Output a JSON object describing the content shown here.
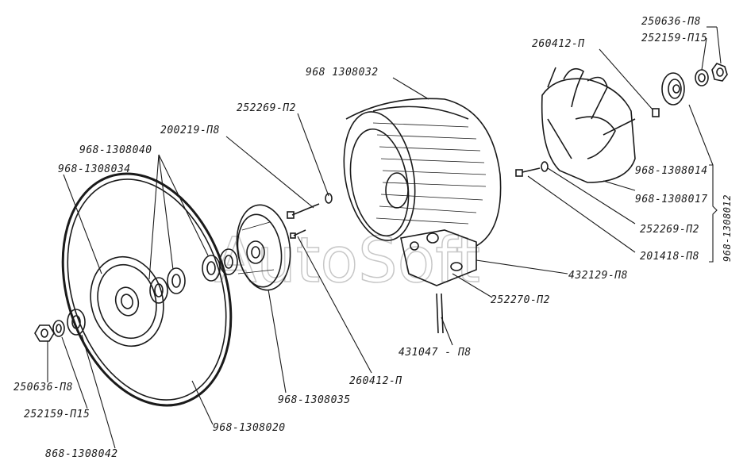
{
  "watermark": "AutoSoft",
  "labels": {
    "p968_1308032": "968 1308032",
    "p252269_p2_top": "252269-П2",
    "p200219_p8": "200219-П8",
    "p968_1308040": "968-1308040",
    "p968_1308034": "968-1308034",
    "p260412_p_top": "260412-П",
    "p250636_p8_top": "250636-П8",
    "p252159_p15_top": "252159-П15",
    "p968_1308014": "968-1308014",
    "p968_1308017": "968-1308017",
    "p252269_p2_right": "252269-П2",
    "p201418_p8": "201418-П8",
    "p968_1308012": "968-1308012",
    "p432129_p8": "432129-П8",
    "p252270_p2": "252270-П2",
    "p431047_p8": "431047 - П8",
    "p260412_p_bottom": "260412-П",
    "p968_1308035": "968-1308035",
    "p968_1308020": "968-1308020",
    "p250636_p8_bottom": "250636-П8",
    "p252159_p15_bottom": "252159-П15",
    "p868_1308042": "868-1308042"
  }
}
